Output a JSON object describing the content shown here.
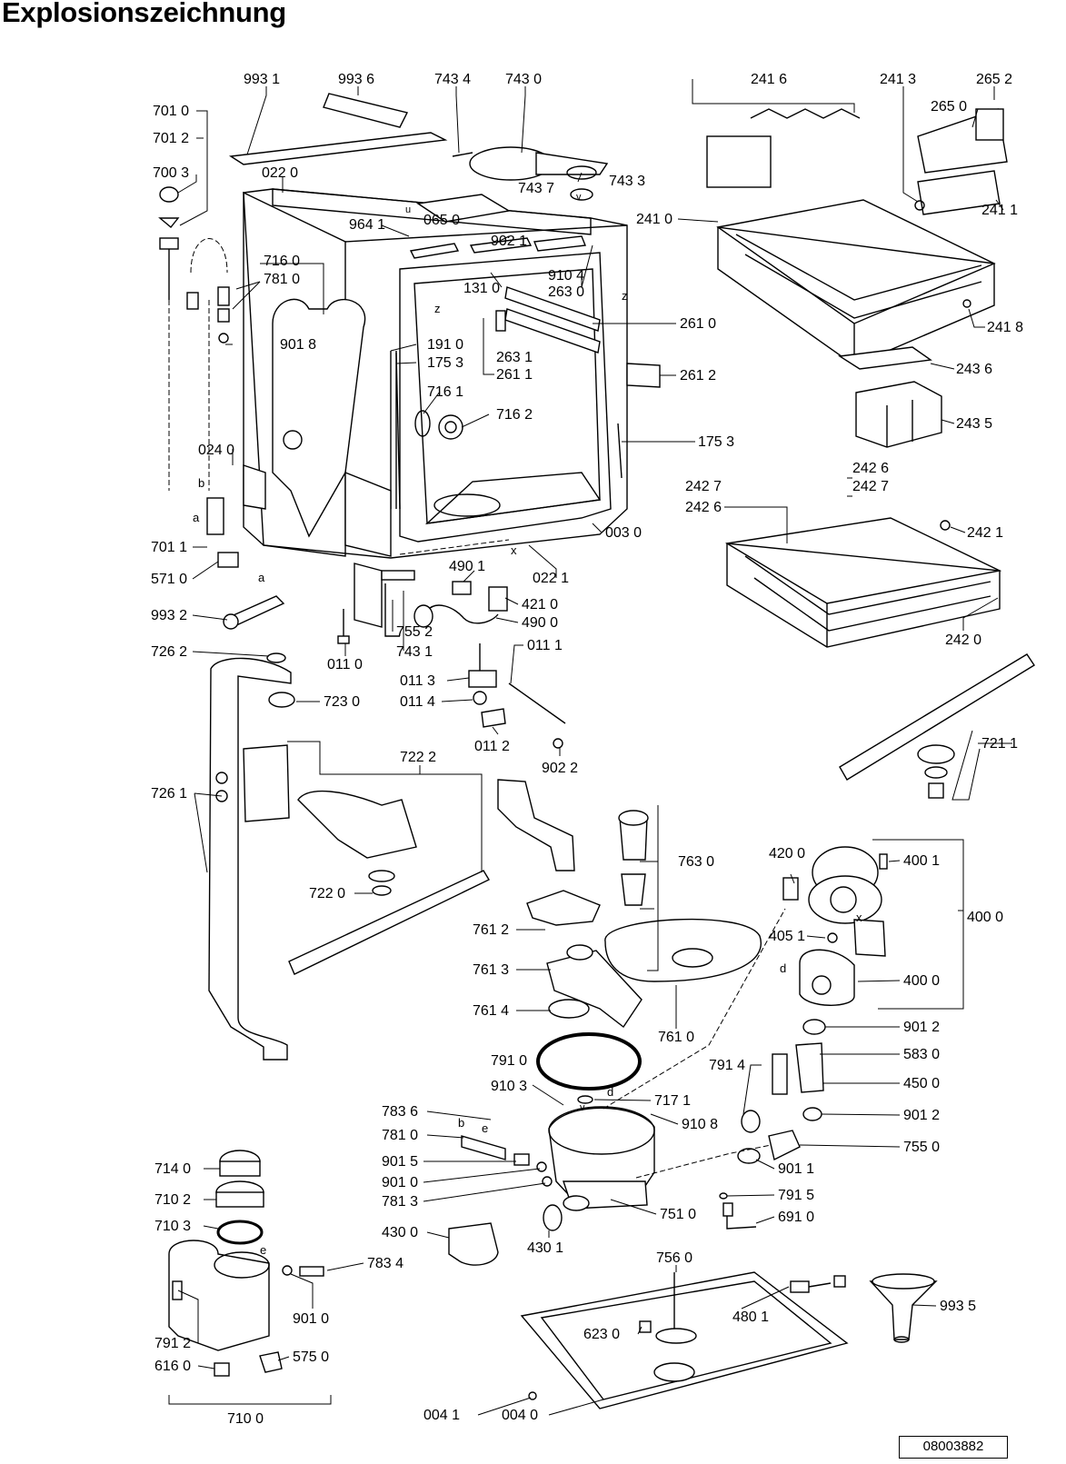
{
  "title": "Explosionszeichnung",
  "doc_number": "08003882",
  "labels": [
    {
      "id": "l9931",
      "text": "993 1"
    },
    {
      "id": "l9936",
      "text": "993 6"
    },
    {
      "id": "l7434",
      "text": "743 4"
    },
    {
      "id": "l7430",
      "text": "743 0"
    },
    {
      "id": "l7010",
      "text": "701 0"
    },
    {
      "id": "l7012",
      "text": "701 2"
    },
    {
      "id": "l7003",
      "text": "700 3"
    },
    {
      "id": "l0220",
      "text": "022 0"
    },
    {
      "id": "l7437",
      "text": "743 7"
    },
    {
      "id": "l7433",
      "text": "743 3"
    },
    {
      "id": "l9641",
      "text": "964 1"
    },
    {
      "id": "l0650",
      "text": "065 0"
    },
    {
      "id": "l9021",
      "text": "902 1"
    },
    {
      "id": "l7160",
      "text": "716 0"
    },
    {
      "id": "l7810a",
      "text": "781 0"
    },
    {
      "id": "l9104",
      "text": "910 4"
    },
    {
      "id": "l1310",
      "text": "131 0"
    },
    {
      "id": "l2630",
      "text": "263 0"
    },
    {
      "id": "l9018",
      "text": "901 8"
    },
    {
      "id": "l2610",
      "text": "261 0"
    },
    {
      "id": "l1910",
      "text": "191 0"
    },
    {
      "id": "l1753a",
      "text": "175 3"
    },
    {
      "id": "l2631",
      "text": "263 1"
    },
    {
      "id": "l2611",
      "text": "261 1"
    },
    {
      "id": "l2612",
      "text": "261 2"
    },
    {
      "id": "l7161",
      "text": "716 1"
    },
    {
      "id": "l7162",
      "text": "716 2"
    },
    {
      "id": "l1753b",
      "text": "175 3"
    },
    {
      "id": "l0240",
      "text": "024 0"
    },
    {
      "id": "l0030",
      "text": "003 0"
    },
    {
      "id": "l7011",
      "text": "701 1"
    },
    {
      "id": "l5710",
      "text": "571 0"
    },
    {
      "id": "l0221",
      "text": "022 1"
    },
    {
      "id": "l4901",
      "text": "490 1"
    },
    {
      "id": "l4210",
      "text": "421 0"
    },
    {
      "id": "l4900",
      "text": "490 0"
    },
    {
      "id": "l9932",
      "text": "993 2"
    },
    {
      "id": "l7552",
      "text": "755 2"
    },
    {
      "id": "l7431",
      "text": "743 1"
    },
    {
      "id": "l0110",
      "text": "011 0"
    },
    {
      "id": "l0111",
      "text": "011 1"
    },
    {
      "id": "l0113",
      "text": "011 3"
    },
    {
      "id": "l0114",
      "text": "011 4"
    },
    {
      "id": "l0112",
      "text": "011 2"
    },
    {
      "id": "l9022",
      "text": "902 2"
    },
    {
      "id": "l7262",
      "text": "726 2"
    },
    {
      "id": "l7230",
      "text": "723 0"
    },
    {
      "id": "l7222",
      "text": "722 2"
    },
    {
      "id": "l7261",
      "text": "726 1"
    },
    {
      "id": "l7220",
      "text": "722 0"
    },
    {
      "id": "l7630",
      "text": "763 0"
    },
    {
      "id": "l7612",
      "text": "761 2"
    },
    {
      "id": "l7613",
      "text": "761 3"
    },
    {
      "id": "l7614",
      "text": "761 4"
    },
    {
      "id": "l7610",
      "text": "761 0"
    },
    {
      "id": "l7910",
      "text": "791 0"
    },
    {
      "id": "l9103",
      "text": "910 3"
    },
    {
      "id": "l7171",
      "text": "717 1"
    },
    {
      "id": "l7836",
      "text": "783 6"
    },
    {
      "id": "l7810b",
      "text": "781 0"
    },
    {
      "id": "l9108",
      "text": "910 8"
    },
    {
      "id": "l9015",
      "text": "901 5"
    },
    {
      "id": "l9010a",
      "text": "901 0"
    },
    {
      "id": "l7813",
      "text": "781 3"
    },
    {
      "id": "l4300",
      "text": "430 0"
    },
    {
      "id": "l4301",
      "text": "430 1"
    },
    {
      "id": "l7510",
      "text": "751 0"
    },
    {
      "id": "l7140",
      "text": "714 0"
    },
    {
      "id": "l7102",
      "text": "710 2"
    },
    {
      "id": "l7103",
      "text": "710 3"
    },
    {
      "id": "l7834",
      "text": "783 4"
    },
    {
      "id": "l9010b",
      "text": "901 0"
    },
    {
      "id": "l7912",
      "text": "791 2"
    },
    {
      "id": "l6160",
      "text": "616 0"
    },
    {
      "id": "l5750",
      "text": "575 0"
    },
    {
      "id": "l7100",
      "text": "710 0"
    },
    {
      "id": "l2416",
      "text": "241 6"
    },
    {
      "id": "l2413",
      "text": "241 3"
    },
    {
      "id": "l2652",
      "text": "265 2"
    },
    {
      "id": "l2650",
      "text": "265 0"
    },
    {
      "id": "l2410",
      "text": "241 0"
    },
    {
      "id": "l2411",
      "text": "241 1"
    },
    {
      "id": "l2418",
      "text": "241 8"
    },
    {
      "id": "l2436",
      "text": "243 6"
    },
    {
      "id": "l2435",
      "text": "243 5"
    },
    {
      "id": "l2426a",
      "text": "242 6"
    },
    {
      "id": "l2427a",
      "text": "242 7"
    },
    {
      "id": "l2427b",
      "text": "242 7"
    },
    {
      "id": "l2426b",
      "text": "242 6"
    },
    {
      "id": "l2421",
      "text": "242 1"
    },
    {
      "id": "l2420",
      "text": "242 0"
    },
    {
      "id": "l7211",
      "text": "721 1"
    },
    {
      "id": "l4200",
      "text": "420 0"
    },
    {
      "id": "l4001",
      "text": "400 1"
    },
    {
      "id": "l4000a",
      "text": "400 0"
    },
    {
      "id": "l4051",
      "text": "405 1"
    },
    {
      "id": "l4000b",
      "text": "400 0"
    },
    {
      "id": "l9012a",
      "text": "901 2"
    },
    {
      "id": "l7914",
      "text": "791 4"
    },
    {
      "id": "l5830",
      "text": "583 0"
    },
    {
      "id": "l4500",
      "text": "450 0"
    },
    {
      "id": "l9012b",
      "text": "901 2"
    },
    {
      "id": "l7550",
      "text": "755 0"
    },
    {
      "id": "l9011",
      "text": "901 1"
    },
    {
      "id": "l7915",
      "text": "791 5"
    },
    {
      "id": "l6910",
      "text": "691 0"
    },
    {
      "id": "l7560",
      "text": "756 0"
    },
    {
      "id": "l4801",
      "text": "480 1"
    },
    {
      "id": "l6230",
      "text": "623 0"
    },
    {
      "id": "l9935",
      "text": "993 5"
    },
    {
      "id": "l0041",
      "text": "004 1"
    },
    {
      "id": "l0040",
      "text": "004 0"
    }
  ],
  "markers": [
    {
      "id": "mz1",
      "text": "z"
    },
    {
      "id": "mz2",
      "text": "z"
    },
    {
      "id": "mx1",
      "text": "x"
    },
    {
      "id": "mb1",
      "text": "b"
    },
    {
      "id": "ma1",
      "text": "a"
    },
    {
      "id": "ma2",
      "text": "a"
    },
    {
      "id": "md1",
      "text": "d"
    },
    {
      "id": "mx2",
      "text": "x"
    },
    {
      "id": "md2",
      "text": "d"
    },
    {
      "id": "mb2",
      "text": "b"
    },
    {
      "id": "me1",
      "text": "e"
    },
    {
      "id": "me2",
      "text": "e"
    },
    {
      "id": "mv1",
      "text": "v"
    },
    {
      "id": "mv2",
      "text": "v"
    },
    {
      "id": "mu1",
      "text": "u"
    }
  ]
}
